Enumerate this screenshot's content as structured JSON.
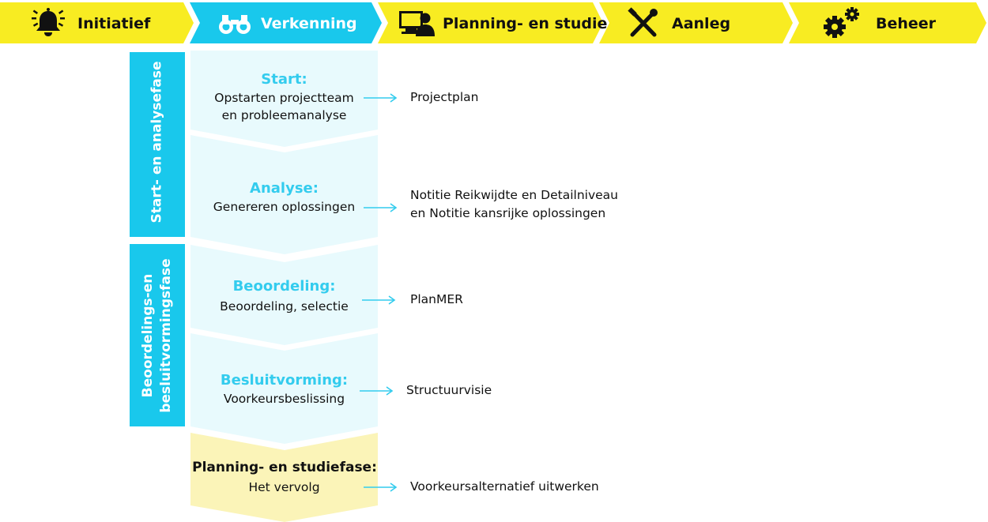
{
  "colors": {
    "yellow": "#f8ec22",
    "cyan": "#19c8ec",
    "light_cyan": "#e8fafd",
    "light_yellow": "#fbf4b8",
    "arrow": "#33ccee"
  },
  "phases": [
    {
      "label": "Initiatief",
      "icon": "bell-icon",
      "active": false
    },
    {
      "label": "Verkenning",
      "icon": "binoculars-icon",
      "active": true
    },
    {
      "label": "Planning- en studie",
      "icon": "computer-user-icon",
      "active": false
    },
    {
      "label": "Aanleg",
      "icon": "tools-icon",
      "active": false
    },
    {
      "label": "Beheer",
      "icon": "gears-icon",
      "active": false
    }
  ],
  "side_labels": {
    "start": "Start- en analysefase",
    "beoordeling_line1": "Beoordelings-en",
    "beoordeling_line2": "besluitvormingsfase"
  },
  "steps": [
    {
      "title": "Start:",
      "desc_line1": "Opstarten projectteam",
      "desc_line2": "en probleemanalyse",
      "output_line1": "Projectplan",
      "output_line2": ""
    },
    {
      "title": "Analyse:",
      "desc_line1": "Genereren oplossingen",
      "desc_line2": "",
      "output_line1": "Notitie Reikwijdte en Detailniveau",
      "output_line2": "en Notitie kansrijke oplossingen"
    },
    {
      "title": "Beoordeling:",
      "desc_line1": "Beoordeling, selectie",
      "desc_line2": "",
      "output_line1": "PlanMER",
      "output_line2": ""
    },
    {
      "title": "Besluitvorming:",
      "desc_line1": "Voorkeursbeslissing",
      "desc_line2": "",
      "output_line1": "Structuurvisie",
      "output_line2": ""
    },
    {
      "title": "Planning- en studiefase:",
      "desc_line1": "Het vervolg",
      "desc_line2": "",
      "output_line1": "Voorkeursalternatief uitwerken",
      "output_line2": ""
    }
  ]
}
